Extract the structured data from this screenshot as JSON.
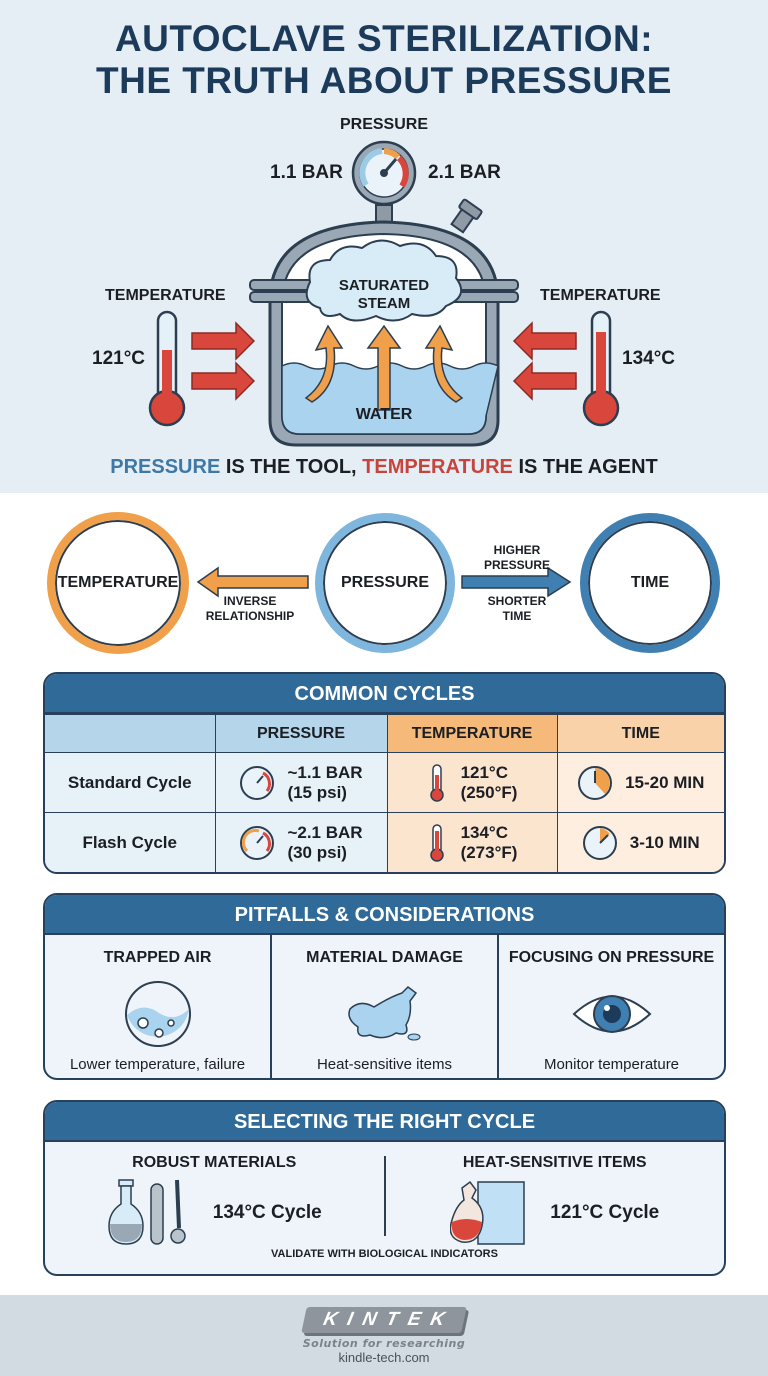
{
  "header": {
    "title_line1": "AUTOCLAVE STERILIZATION:",
    "title_line2": "THE TRUTH ABOUT PRESSURE"
  },
  "diagram": {
    "pressure_label": "PRESSURE",
    "pressure_low": "1.1 BAR",
    "pressure_high": "2.1 BAR",
    "temp_left_label": "TEMPERATURE",
    "temp_left_value": "121°C",
    "temp_right_label": "TEMPERATURE",
    "temp_right_value": "134°C",
    "steam_line1": "SATURATED",
    "steam_line2": "STEAM",
    "water_label": "WATER",
    "tagline": {
      "pressure": "PRESSURE",
      "part2": " IS THE TOOL, ",
      "temperature": "TEMPERATURE",
      "part4": " IS THE AGENT"
    }
  },
  "relationship": {
    "left_circle": "TEMPERATURE",
    "center_circle": "PRESSURE",
    "right_circle": "TIME",
    "left_arrow_line1": "INVERSE",
    "left_arrow_line2": "RELATIONSHIP",
    "right_arrow_top1": "HIGHER",
    "right_arrow_top2": "PRESSURE",
    "right_arrow_bottom1": "SHORTER",
    "right_arrow_bottom2": "TIME"
  },
  "cycles": {
    "title": "COMMON CYCLES",
    "columns": [
      "",
      "PRESSURE",
      "TEMPERATURE",
      "TIME"
    ],
    "rows": [
      {
        "name": "Standard Cycle",
        "pressure1": "~1.1 BAR",
        "pressure2": "(15 psi)",
        "temp1": "121°C",
        "temp2": "(250°F)",
        "time": "15-20 MIN"
      },
      {
        "name": "Flash Cycle",
        "pressure1": "~2.1 BAR",
        "pressure2": "(30 psi)",
        "temp1": "134°C",
        "temp2": "(273°F)",
        "time": "3-10 MIN"
      }
    ]
  },
  "pitfalls": {
    "title": "PITFALLS & CONSIDERATIONS",
    "items": [
      {
        "heading": "TRAPPED AIR",
        "caption": "Lower temperature, failure",
        "icon": "bubble-flask-icon"
      },
      {
        "heading": "MATERIAL DAMAGE",
        "caption": "Heat-sensitive items",
        "icon": "melted-bottle-icon"
      },
      {
        "heading": "FOCUSING ON PRESSURE",
        "caption": "Monitor temperature",
        "icon": "eye-icon"
      }
    ]
  },
  "selecting": {
    "title": "SELECTING THE RIGHT CYCLE",
    "items": [
      {
        "heading": "ROBUST MATERIALS",
        "cycle": "134°C Cycle",
        "icon": "glassware-icon"
      },
      {
        "heading": "HEAT-SENSITIVE ITEMS",
        "cycle": "121°C Cycle",
        "icon": "flask-pouch-icon"
      }
    ],
    "note": "VALIDATE WITH BIOLOGICAL INDICATORS"
  },
  "footer": {
    "brand": "KINTEK",
    "slogan": "Solution for researching",
    "url": "kindle-tech.com"
  },
  "colors": {
    "navy": "#1c3a59",
    "header_blue": "#2f6a98",
    "light_blue": "#7fb6dd",
    "orange": "#f0a04b",
    "red": "#d9473c"
  }
}
